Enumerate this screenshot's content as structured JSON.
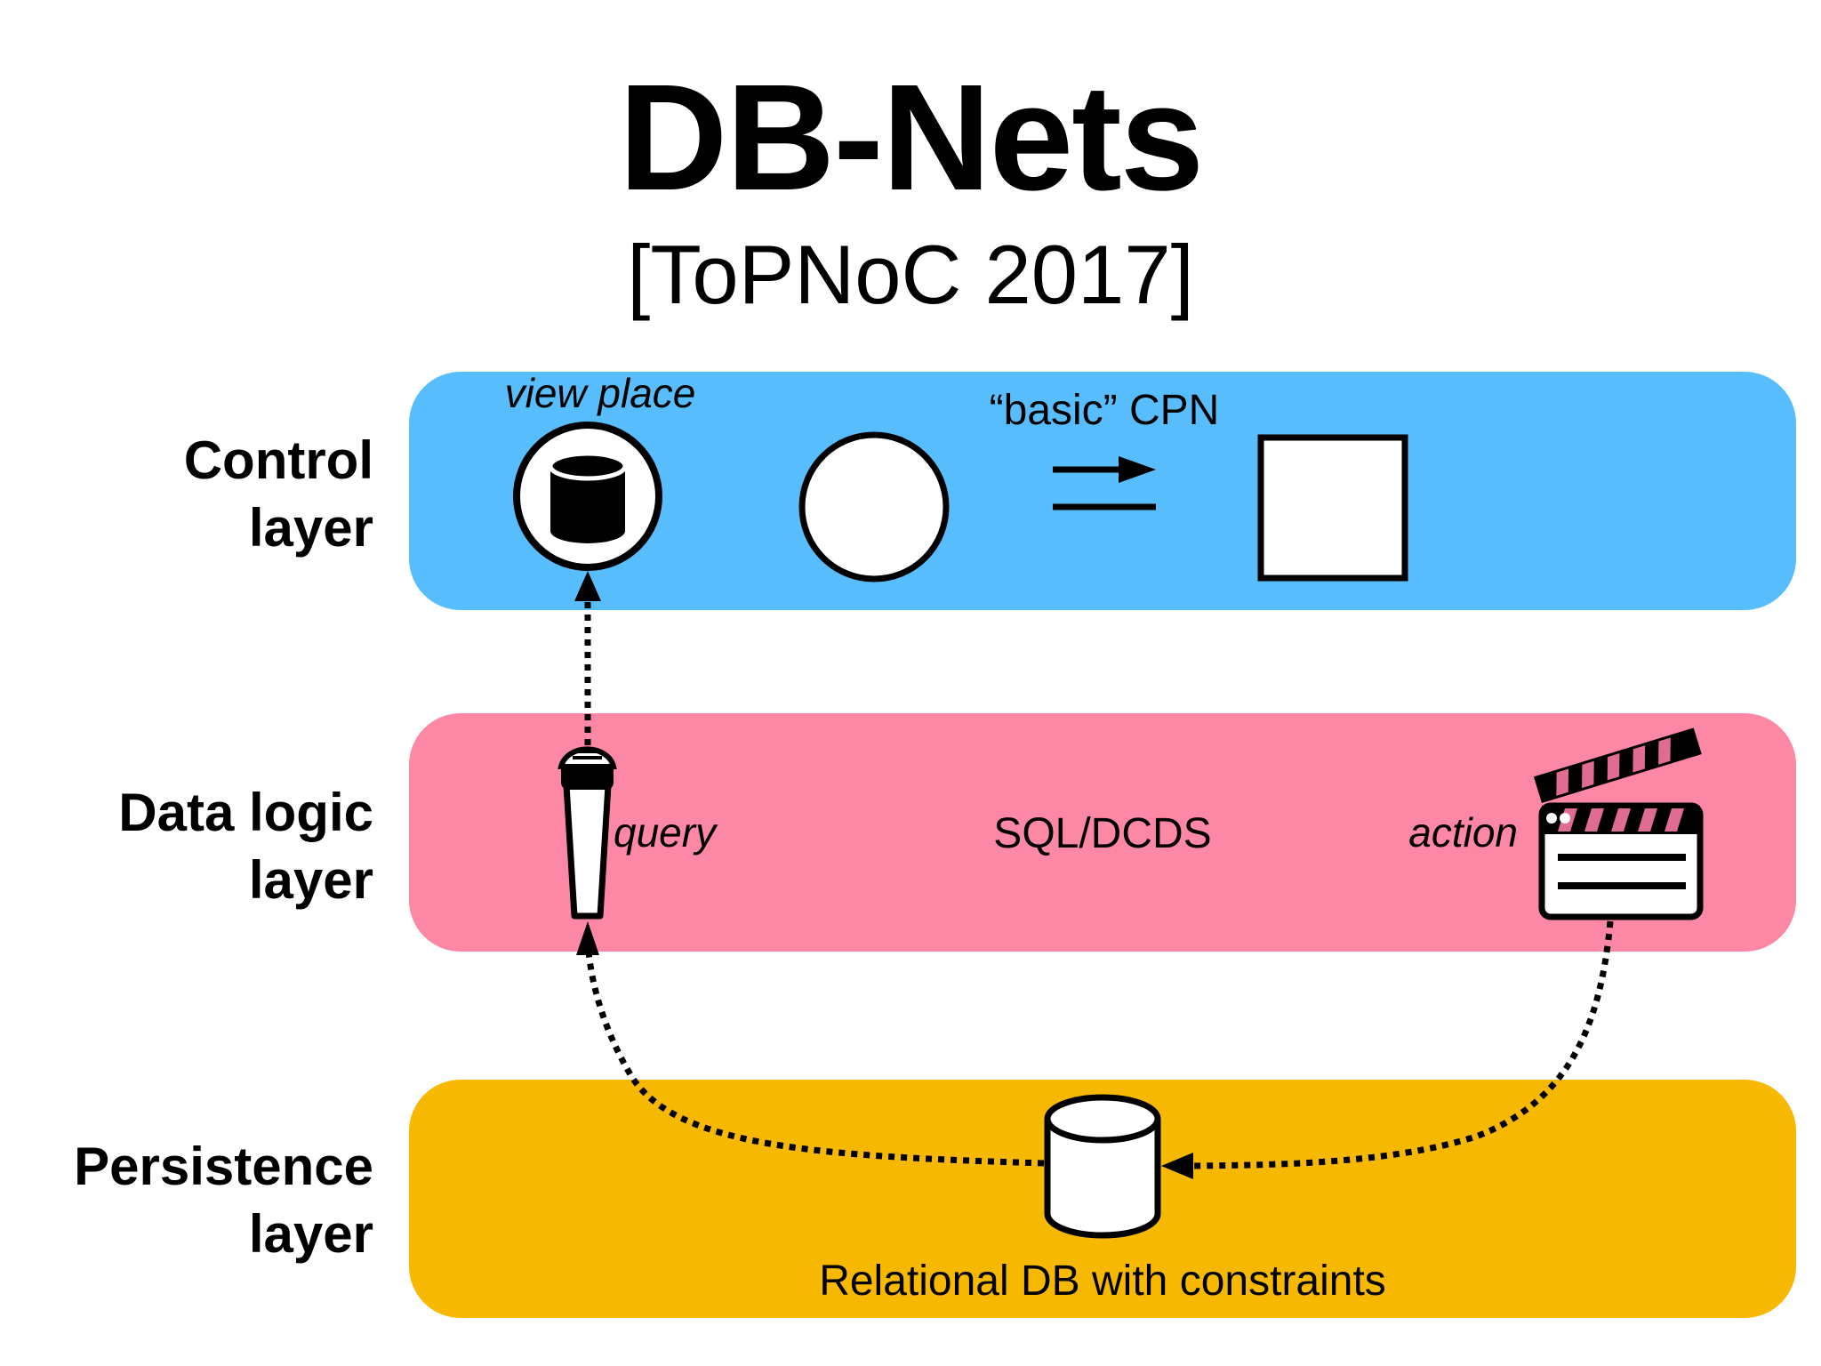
{
  "title": "DB-Nets",
  "subtitle": "[ToPNoC 2017]",
  "colors": {
    "control": "#57bdfd",
    "data_logic": "#fd88a5",
    "persistence": "#f7b801",
    "stroke": "#000000",
    "white": "#ffffff",
    "clapper_stripe": "#e16c92"
  },
  "layers": {
    "control": {
      "label_line1": "Control",
      "label_line2": "layer",
      "view_place": "view place",
      "basic_cpn": "“basic” CPN"
    },
    "data_logic": {
      "label_line1": "Data logic",
      "label_line2": "layer",
      "query": "query",
      "sql": "SQL/DCDS",
      "action": "action"
    },
    "persistence": {
      "label_line1": "Persistence",
      "label_line2": "layer",
      "db_label": "Relational DB with constraints"
    }
  },
  "icons": {
    "view_place": "database-cylinder-in-circle-icon",
    "place": "circle-place-icon",
    "arc": "arc-arrow-icon",
    "transition": "square-transition-icon",
    "query": "microphone-icon",
    "action": "clapperboard-icon",
    "database": "database-cylinder-icon"
  }
}
